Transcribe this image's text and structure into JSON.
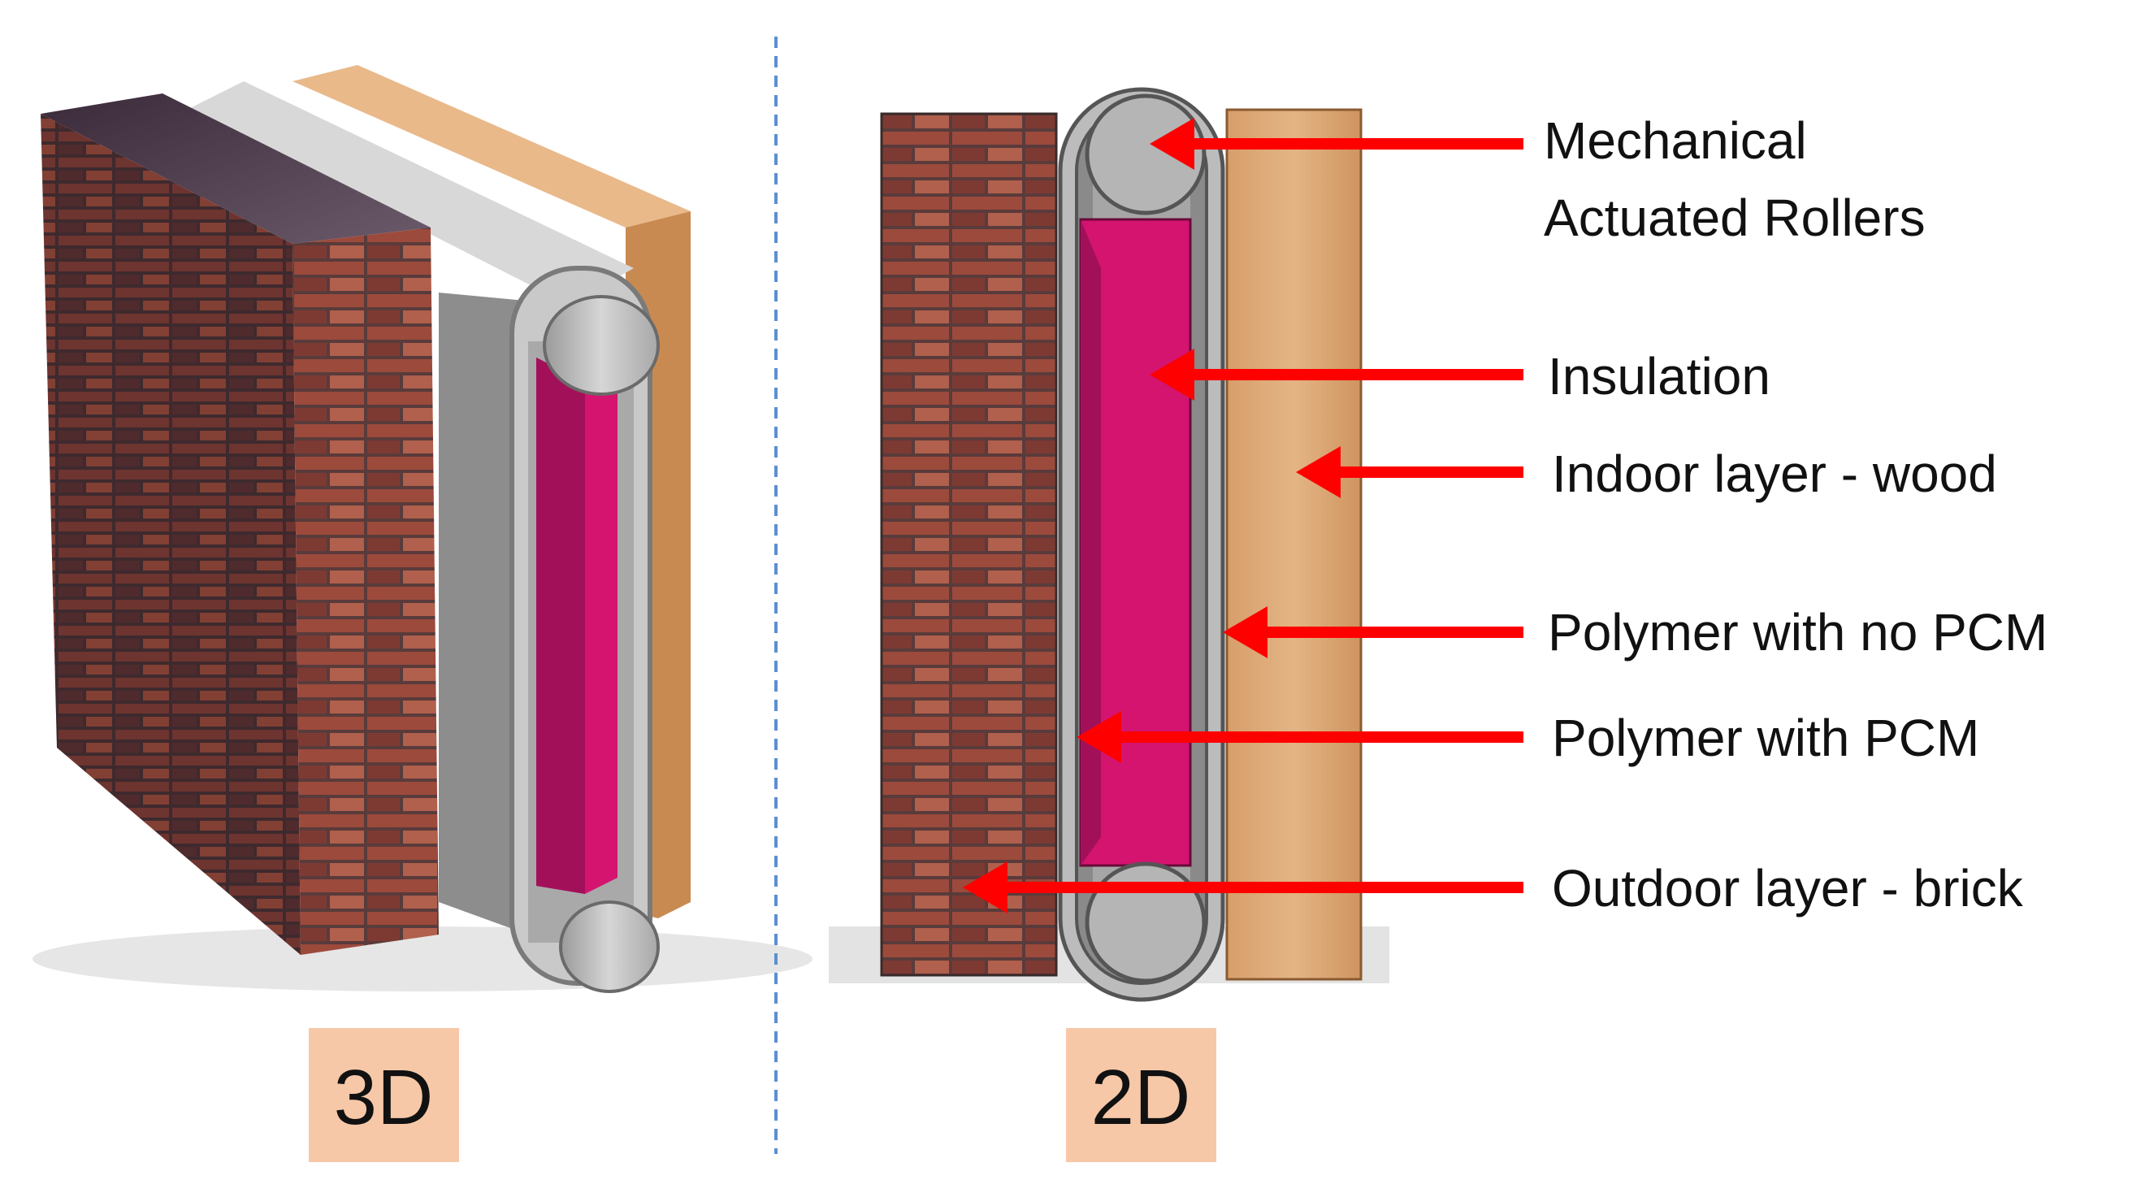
{
  "colors": {
    "brick": "#8a3a30",
    "brick_dark": "#4b2624",
    "mortar": "#5a4a4a",
    "wood": "#d9a06c",
    "wood_side": "#b7773f",
    "polymer": "#b8b8b8",
    "polymer_dark": "#7e7e7e",
    "insulation": "#d4146f",
    "insulation_side": "#9c0f52",
    "arrow": "#ff0000",
    "tag_bg": "#f6c8a8",
    "divider": "#5b8fd1"
  },
  "views": {
    "three_d": {
      "tag": "3D"
    },
    "two_d": {
      "tag": "2D"
    }
  },
  "labels": {
    "rollers": {
      "line1": "Mechanical",
      "line2": "Actuated Rollers"
    },
    "insulation": "Insulation",
    "indoor": "Indoor layer - wood",
    "polymer_no_pcm": "Polymer with no PCM",
    "polymer_pcm": "Polymer with PCM",
    "outdoor": "Outdoor layer - brick"
  }
}
